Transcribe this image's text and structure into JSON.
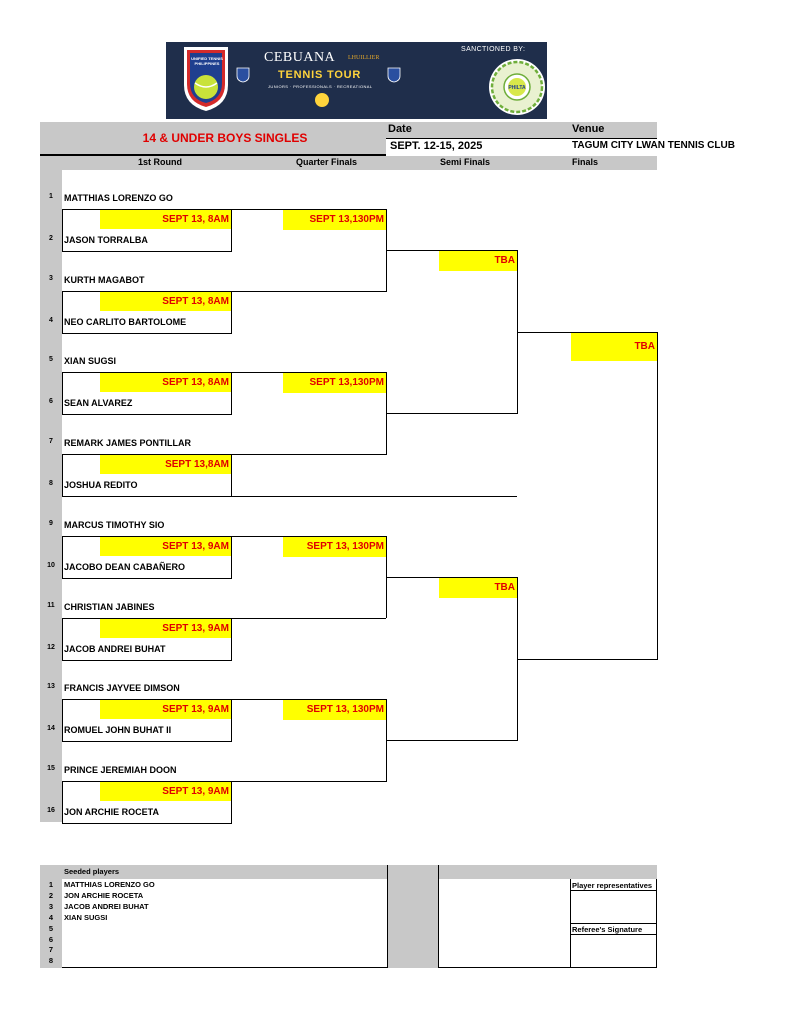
{
  "banner": {
    "brand": "CEBUANA",
    "brand_sub": "LHUILLIER",
    "tour": "TENNIS TOUR",
    "tagline": "JUNIORS · PROFESSIONALS · RECREATIONAL",
    "sanctioned_label": "SANCTIONED BY:",
    "shield_text": "UNIFIED TENNIS PHILIPPINES",
    "seal_text": "PHILTA"
  },
  "header": {
    "event": "14 & UNDER BOYS SINGLES",
    "date_label": "Date",
    "date_value": "SEPT. 12-15, 2025",
    "venue_label": "Venue",
    "venue_value": "TAGUM CITY LWAN TENNIS CLUB",
    "rounds": [
      "1st Round",
      "Quarter Finals",
      "Semi Finals",
      "Finals"
    ]
  },
  "players": [
    {
      "seed": "1",
      "name": "MATTHIAS LORENZO GO"
    },
    {
      "seed": "2",
      "name": "JASON TORRALBA"
    },
    {
      "seed": "3",
      "name": "KURTH MAGABOT"
    },
    {
      "seed": "4",
      "name": "NEO CARLITO BARTOLOME"
    },
    {
      "seed": "5",
      "name": "XIAN SUGSI"
    },
    {
      "seed": "6",
      "name": "SEAN ALVAREZ"
    },
    {
      "seed": "7",
      "name": "REMARK JAMES PONTILLAR"
    },
    {
      "seed": "8",
      "name": "JOSHUA REDITO"
    },
    {
      "seed": "9",
      "name": "MARCUS TIMOTHY SIO"
    },
    {
      "seed": "10",
      "name": "JACOBO DEAN CABAÑERO"
    },
    {
      "seed": "11",
      "name": "CHRISTIAN JABINES"
    },
    {
      "seed": "12",
      "name": "JACOB ANDREI BUHAT"
    },
    {
      "seed": "13",
      "name": "FRANCIS JAYVEE DIMSON"
    },
    {
      "seed": "14",
      "name": "ROMUEL JOHN BUHAT II"
    },
    {
      "seed": "15",
      "name": "PRINCE JEREMIAH DOON"
    },
    {
      "seed": "16",
      "name": "JON ARCHIE ROCETA"
    }
  ],
  "r1_schedule": [
    "SEPT 13, 8AM",
    "SEPT 13, 8AM",
    "SEPT 13, 8AM",
    "SEPT 13,8AM",
    "SEPT 13, 9AM",
    "SEPT 13, 9AM",
    "SEPT 13, 9AM",
    "SEPT 13, 9AM"
  ],
  "qf_schedule": [
    "SEPT 13,130PM",
    "SEPT 13,130PM",
    "SEPT 13, 130PM",
    "SEPT 13, 130PM"
  ],
  "sf_schedule": [
    "TBA",
    "TBA"
  ],
  "final_schedule": [
    "TBA"
  ],
  "seeded": {
    "title": "Seeded players",
    "numbers": [
      "1",
      "2",
      "3",
      "4",
      "5",
      "6",
      "7",
      "8"
    ],
    "names": [
      "MATTHIAS LORENZO GO",
      "JON ARCHIE ROCETA",
      "JACOB ANDREI BUHAT",
      "XIAN SUGSI",
      "",
      "",
      "",
      ""
    ],
    "player_reps_label": "Player representatives",
    "referee_label": "Referee's Signature"
  }
}
